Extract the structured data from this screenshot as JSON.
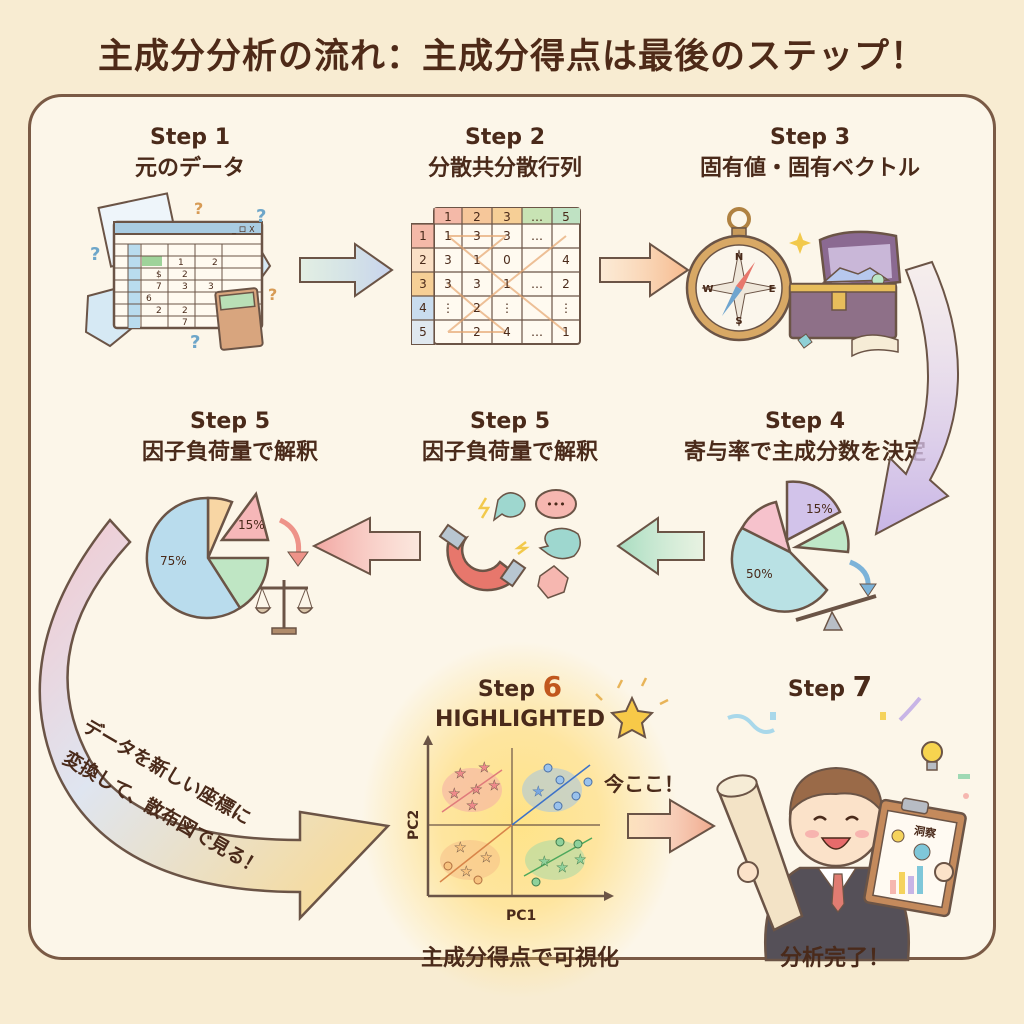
{
  "title": "主成分分析の流れ：主成分得点は最後のステップ！",
  "steps": [
    {
      "label": "Step 1",
      "name": "元のデータ"
    },
    {
      "label": "Step 2",
      "name": "分散共分散行列"
    },
    {
      "label": "Step 3",
      "name": "固有値・固有ベクトル"
    },
    {
      "label": "Step 4",
      "name": "寄与率で主成分数を決定"
    },
    {
      "label": "Step 5",
      "name": "因子負荷量で解釈"
    },
    {
      "label": "Step 5",
      "name": "因子負荷量で解釈"
    },
    {
      "label_prefix": "Step",
      "label_num": "6",
      "tag": "HIGHLIGHTED",
      "name": "主成分得点で可視化",
      "badge": "今ここ！"
    },
    {
      "label_prefix": "Step",
      "label_num": "7",
      "name": "分析完了！"
    }
  ],
  "step1_sheet": {
    "window_buttons": "_ ロ X",
    "cells": [
      [
        "1",
        "2"
      ],
      [
        "$",
        "2"
      ],
      [
        "7",
        "3",
        "3"
      ],
      [
        "6"
      ],
      [
        "2",
        "2"
      ],
      [
        "7"
      ]
    ]
  },
  "matrix": {
    "col_headers": [
      "1",
      "2",
      "3",
      "…",
      "5"
    ],
    "row_headers": [
      "1",
      "2",
      "3",
      "4",
      "5"
    ],
    "rows": [
      [
        "1",
        "3",
        "3",
        "…",
        ""
      ],
      [
        "3",
        "1",
        "0",
        "",
        "4"
      ],
      [
        "3",
        "3",
        "1",
        "…",
        "2"
      ],
      [
        "⋮",
        "2",
        "⋮",
        "",
        "⋮"
      ],
      [
        "",
        "2",
        "4",
        "…",
        "1"
      ]
    ]
  },
  "compass_dirs": [
    "N",
    "E",
    "S",
    "W"
  ],
  "pie_step4": {
    "labels": [
      "15%",
      "50%"
    ]
  },
  "pie_step5": {
    "labels": [
      "15%",
      "75%"
    ]
  },
  "scatter": {
    "xlabel": "PC1",
    "ylabel": "PC2"
  },
  "clipboard_label": "洞察",
  "curve_text": {
    "line1": "データを新しい座標に",
    "line2": "変換して、散布図で見る！"
  },
  "colors": {
    "background": "#f8ecd2",
    "panel": "#fcf6e9",
    "border": "#7a5a45",
    "text": "#4a2a1a",
    "highlight": "#c1571d",
    "glow": "#ffe082"
  }
}
